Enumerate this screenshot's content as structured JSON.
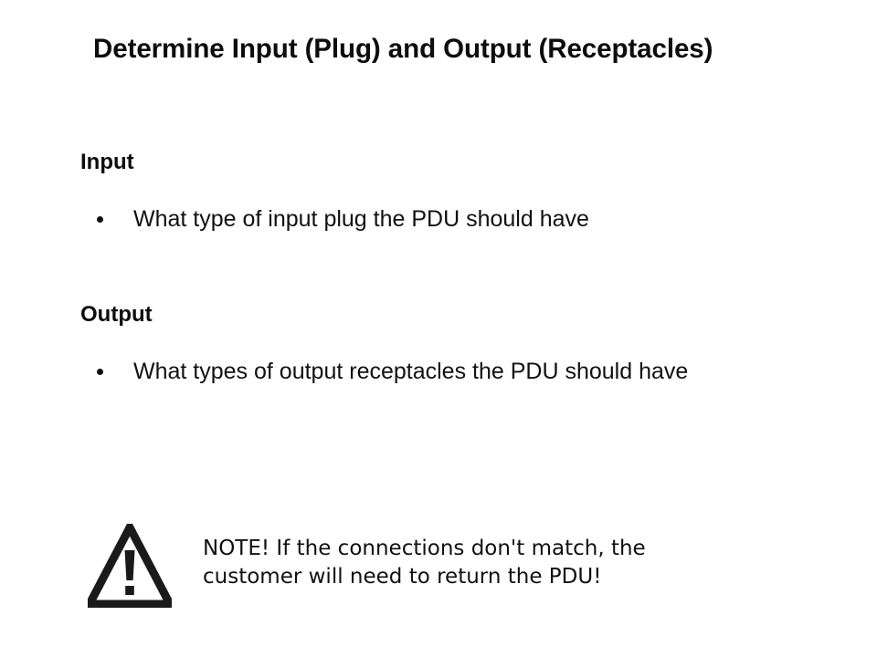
{
  "slide": {
    "title": "Determine Input (Plug) and Output (Receptacles)",
    "background_color": "#ffffff",
    "text_color": "#111111"
  },
  "sections": [
    {
      "heading": "Input",
      "bullets": [
        "What type of input plug the PDU should have"
      ]
    },
    {
      "heading": "Output",
      "bullets": [
        "What types of output receptacles the PDU should have"
      ]
    }
  ],
  "note": {
    "icon": "warning-triangle-icon",
    "icon_color": "#1a1a1a",
    "lines": [
      "NOTE! If the connections don't match, the",
      "customer will need to return the PDU!"
    ]
  }
}
